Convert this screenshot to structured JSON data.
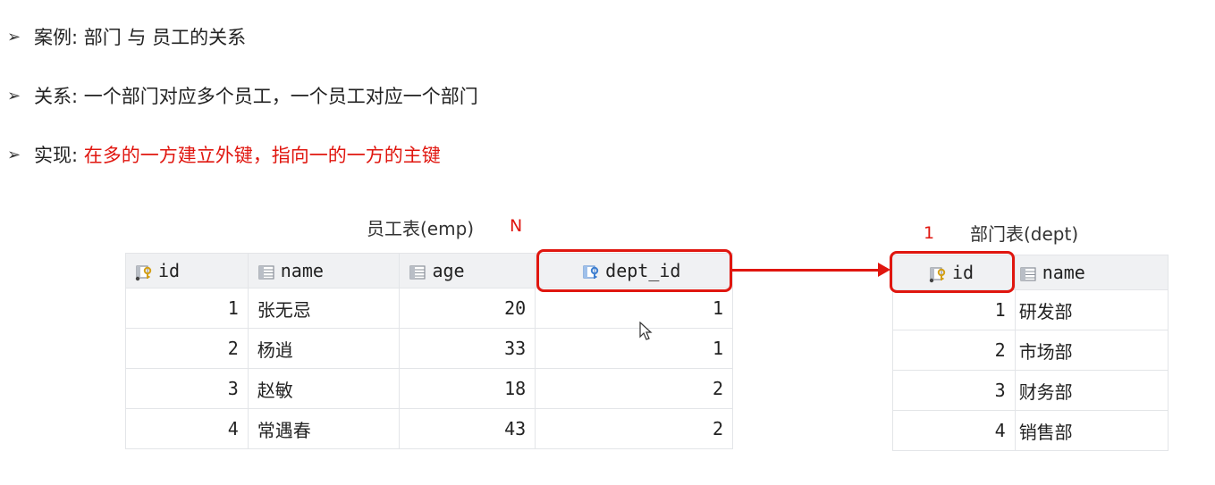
{
  "bullets": [
    {
      "label": "案例:",
      "text": " 部门 与 员工的关系",
      "red": ""
    },
    {
      "label": "关系:",
      "text": " 一个部门对应多个员工，一个员工对应一个部门",
      "red": ""
    },
    {
      "label": "实现:",
      "text": " ",
      "red": "在多的一方建立外键，指向一的一方的主键"
    }
  ],
  "emp": {
    "title": "员工表(emp)",
    "multiplicity": "N",
    "columns": [
      "id",
      "name",
      "age",
      "dept_id"
    ],
    "rows": [
      [
        "1",
        "张无忌",
        "20",
        "1"
      ],
      [
        "2",
        "杨逍",
        "33",
        "1"
      ],
      [
        "3",
        "赵敏",
        "18",
        "2"
      ],
      [
        "4",
        "常遇春",
        "43",
        "2"
      ]
    ]
  },
  "dept": {
    "title": "部门表(dept)",
    "multiplicity": "1",
    "columns": [
      "id",
      "name"
    ],
    "rows": [
      [
        "1",
        "研发部"
      ],
      [
        "2",
        "市场部"
      ],
      [
        "3",
        "财务部"
      ],
      [
        "4",
        "销售部"
      ]
    ]
  },
  "colors": {
    "highlight": "#e0160f",
    "header_bg": "#f0f1f3"
  },
  "icons": {
    "primary_key": "key-column-icon",
    "column": "column-icon",
    "foreign_key": "foreign-key-icon"
  }
}
